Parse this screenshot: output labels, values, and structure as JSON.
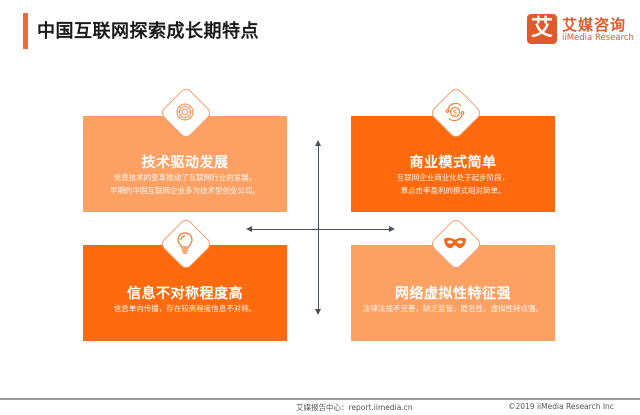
{
  "header": {
    "title": "中国互联网探索成长期特点",
    "accent_color": "#f06a35"
  },
  "logo": {
    "mark": "艾",
    "name_cn": "艾媒咨询",
    "name_en": "iiMedia Research",
    "color": "#e05a2b"
  },
  "quadrants": [
    {
      "position": "top-left",
      "icon": "gear-icon",
      "title": "技术驱动发展",
      "description": [
        "信息技术的变革推动了互联网行业的发展，",
        "早期的中国互联网企业多为技术型创业公司。"
      ],
      "color": "#fca064"
    },
    {
      "position": "top-right",
      "icon": "dollar-cycle-icon",
      "title": "商业模式简单",
      "description": [
        "互联网企业商业化处于起步阶段，",
        "靠点击率盈利的模式相对简单。"
      ],
      "color": "#ff6a0e"
    },
    {
      "position": "bottom-left",
      "icon": "lightbulb-icon",
      "title": "信息不对称程度高",
      "description": [
        "信息单向传播，存在较高程度信息不对称。"
      ],
      "color": "#ff6a0e"
    },
    {
      "position": "bottom-right",
      "icon": "mask-icon",
      "title": "网络虚拟性特征强",
      "description": [
        "法律法规不完善，缺乏监管，匿名性、虚拟性特点强。"
      ],
      "color": "#fca064"
    }
  ],
  "footer": {
    "source": "艾媒报告中心：report.iimedia.cn",
    "copyright": "©2019  iiMedia Research  Inc"
  }
}
